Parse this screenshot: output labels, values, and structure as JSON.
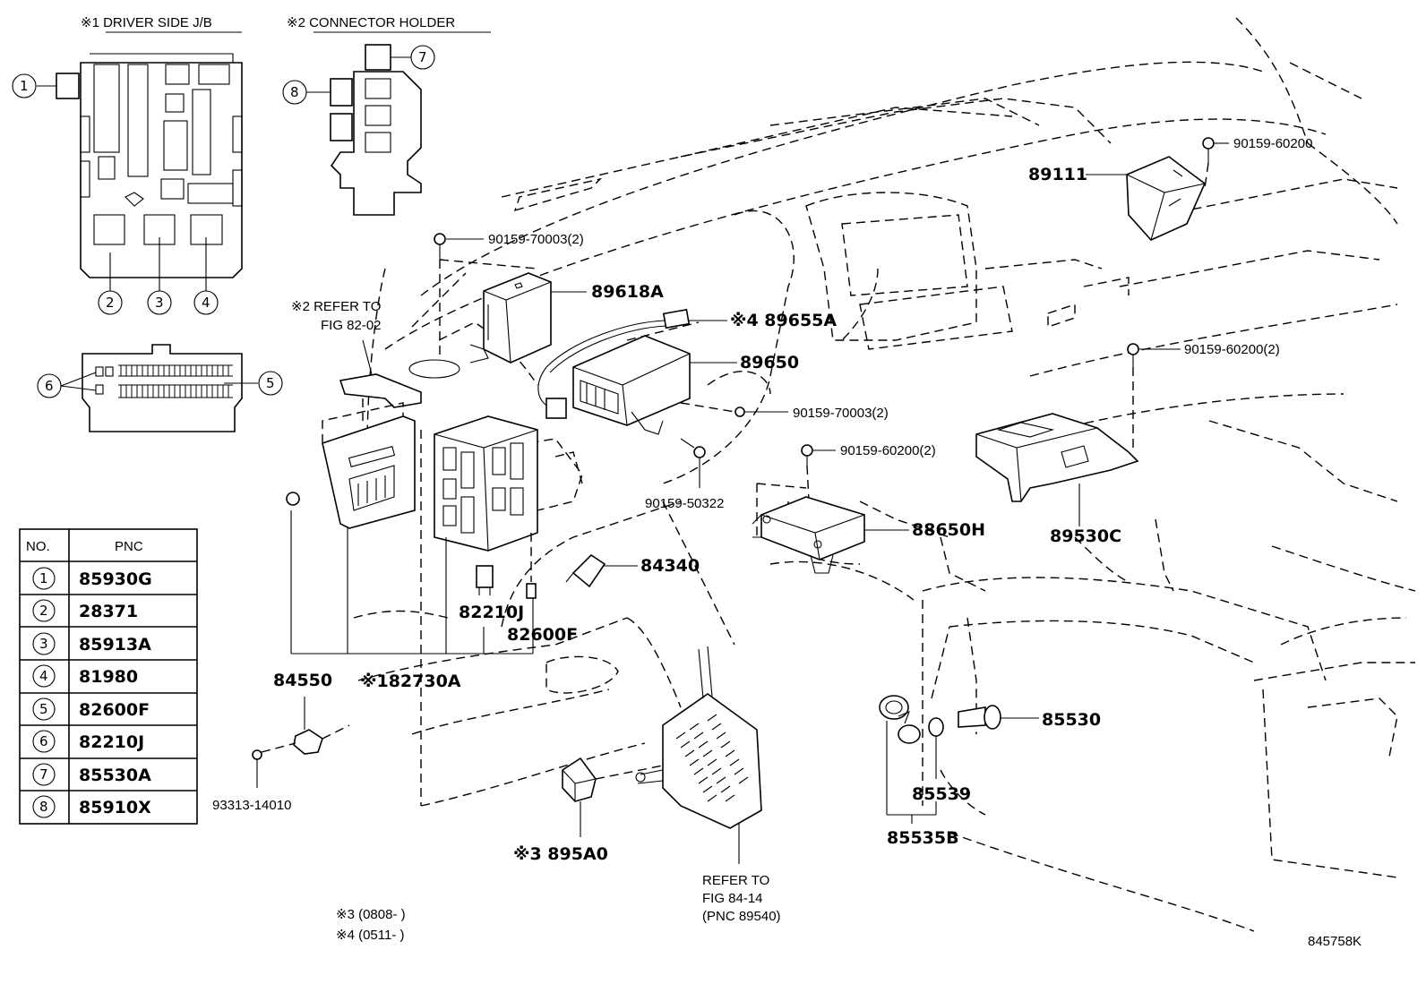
{
  "headers": {
    "driver_jb": "※1 DRIVER SIDE J/B",
    "connector_holder": "※2 CONNECTOR HOLDER"
  },
  "pnc_table": {
    "col_no": "NO.",
    "col_pnc": "PNC",
    "rows": [
      {
        "no": "1",
        "pnc": "85930G"
      },
      {
        "no": "2",
        "pnc": "28371"
      },
      {
        "no": "3",
        "pnc": "85913A"
      },
      {
        "no": "4",
        "pnc": "81980"
      },
      {
        "no": "5",
        "pnc": "82600F"
      },
      {
        "no": "6",
        "pnc": "82210J"
      },
      {
        "no": "7",
        "pnc": "85530A"
      },
      {
        "no": "8",
        "pnc": "85910X"
      }
    ]
  },
  "callouts": {
    "c1": "1",
    "c2": "2",
    "c3": "3",
    "c4": "4",
    "c5": "5",
    "c6": "6",
    "c7": "7",
    "c8": "8"
  },
  "labels": {
    "p89111": "89111",
    "p90159_60200_top": "90159-60200",
    "p90159_70003_a": "90159-70003(2)",
    "p89618A": "89618A",
    "refer_82_line1": "※2 REFER TO",
    "refer_82_line2": "FIG 82-02",
    "p89655A": "※4 89655A",
    "p89650": "89650",
    "p90159_70003_b": "90159-70003(2)",
    "p90159_60200_r": "90159-60200(2)",
    "p90159_60200_m": "90159-60200(2)",
    "p90159_50322": "90159-50322",
    "p88650H": "88650H",
    "p89530C": "89530C",
    "p84340": "84340",
    "p82210J": "82210J",
    "p82600F": "82600F",
    "p84550": "84550",
    "p82730A": "※182730A",
    "p93313": "93313-14010",
    "p895A0": "※3  895A0",
    "refer_84_line1": "REFER TO",
    "refer_84_line2": "FIG 84-14",
    "refer_84_line3": "(PNC 89540)",
    "p85530": "85530",
    "p85539": "85539",
    "p85535B": "85535B",
    "note3": "※3 (0808-      )",
    "note4": "※4 (0511-      )",
    "figure_id": "845758K"
  }
}
